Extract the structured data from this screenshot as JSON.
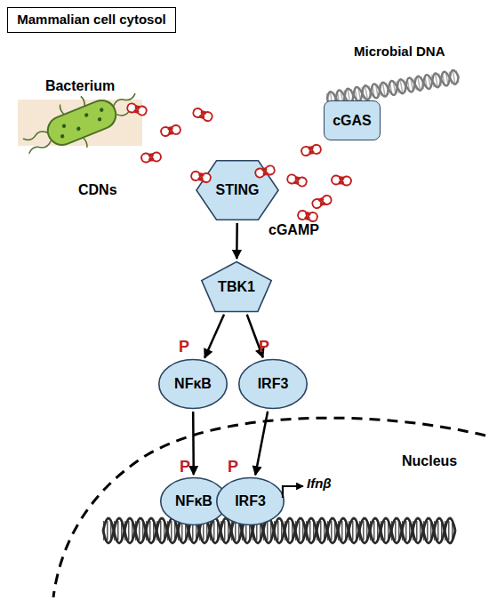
{
  "diagram": {
    "nodes": [
      {
        "text": [
          "Mammalian cell cytosol"
        ]
      },
      {
        "text": [
          "Bacterium"
        ]
      },
      {
        "text": [
          "STING"
        ]
      },
      {
        "text": [
          "cGAS"
        ]
      },
      {
        "text": [
          "TBK1"
        ]
      },
      {
        "text": [
          "NFκB"
        ]
      },
      {
        "text": [
          "IRF3"
        ]
      },
      {
        "text": [
          "NFκB"
        ]
      },
      {
        "text": [
          "IRF3"
        ]
      }
    ],
    "edges": [
      {
        "from": 2,
        "to": 4,
        "arrow": "to"
      },
      {
        "from": 4,
        "to": 5,
        "arrow": "to"
      },
      {
        "from": 4,
        "to": 6,
        "arrow": "to"
      },
      {
        "from": 5,
        "to": 7,
        "arrow": "to"
      },
      {
        "from": 6,
        "to": 8,
        "arrow": "to"
      }
    ],
    "labels": [
      "Microbial DNA",
      "CDNs",
      "cGAMP",
      "P",
      "P",
      "Nucleus",
      "P",
      "P",
      "Ifnβ"
    ]
  }
}
